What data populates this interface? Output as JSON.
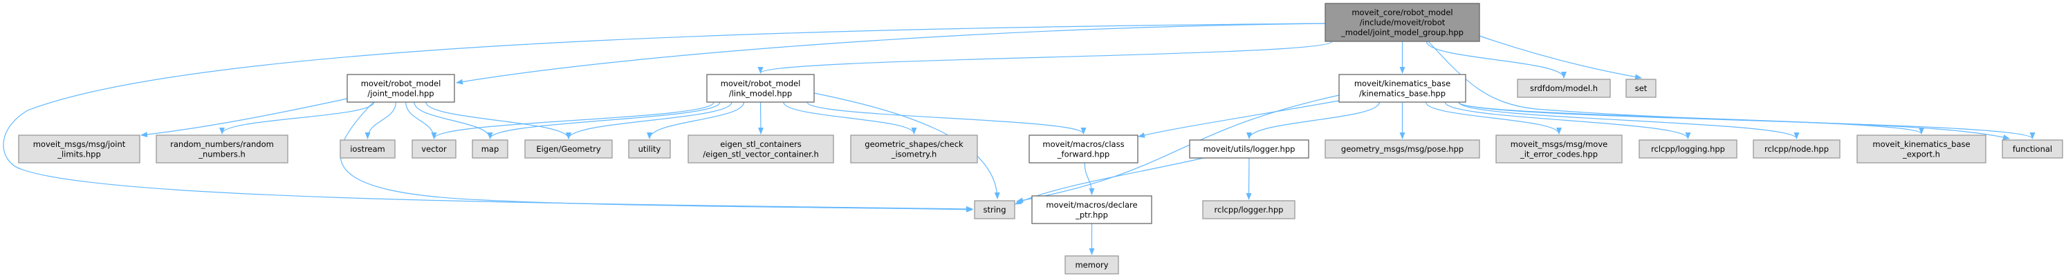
{
  "colors": {
    "root_fill": "#999999",
    "root_stroke": "#666666",
    "doc_fill": "#ffffff",
    "doc_stroke": "#666666",
    "ext_fill": "#e0e0e0",
    "ext_stroke": "#999999",
    "edge": "#63b8ff"
  },
  "nodes": {
    "root": {
      "lines": [
        "moveit_core/robot_model",
        "/include/moveit/robot",
        "_model/joint_model_group.hpp"
      ],
      "kind": "root"
    },
    "joint_model": {
      "lines": [
        "moveit/robot_model",
        "/joint_model.hpp"
      ],
      "kind": "doc"
    },
    "link_model": {
      "lines": [
        "moveit/robot_model",
        "/link_model.hpp"
      ],
      "kind": "doc"
    },
    "kinematics_base": {
      "lines": [
        "moveit/kinematics_base",
        "/kinematics_base.hpp"
      ],
      "kind": "doc"
    },
    "srdfdom": {
      "lines": [
        "srdfdom/model.h"
      ],
      "kind": "ext"
    },
    "set": {
      "lines": [
        "set"
      ],
      "kind": "ext"
    },
    "joint_limits": {
      "lines": [
        "moveit_msgs/msg/joint",
        "_limits.hpp"
      ],
      "kind": "ext"
    },
    "random_numbers": {
      "lines": [
        "random_numbers/random",
        "_numbers.h"
      ],
      "kind": "ext"
    },
    "iostream": {
      "lines": [
        "iostream"
      ],
      "kind": "ext"
    },
    "vector": {
      "lines": [
        "vector"
      ],
      "kind": "ext"
    },
    "map": {
      "lines": [
        "map"
      ],
      "kind": "ext"
    },
    "eigen_geometry": {
      "lines": [
        "Eigen/Geometry"
      ],
      "kind": "ext"
    },
    "utility": {
      "lines": [
        "utility"
      ],
      "kind": "ext"
    },
    "eigen_stl": {
      "lines": [
        "eigen_stl_containers",
        "/eigen_stl_vector_container.h"
      ],
      "kind": "ext"
    },
    "check_isometry": {
      "lines": [
        "geometric_shapes/check",
        "_isometry.h"
      ],
      "kind": "ext"
    },
    "class_forward": {
      "lines": [
        "moveit/macros/class",
        "_forward.hpp"
      ],
      "kind": "doc"
    },
    "logger": {
      "lines": [
        "moveit/utils/logger.hpp"
      ],
      "kind": "doc"
    },
    "pose": {
      "lines": [
        "geometry_msgs/msg/pose.hpp"
      ],
      "kind": "ext"
    },
    "error_codes": {
      "lines": [
        "moveit_msgs/msg/move",
        "_it_error_codes.hpp"
      ],
      "kind": "ext"
    },
    "logging": {
      "lines": [
        "rclcpp/logging.hpp"
      ],
      "kind": "ext"
    },
    "node": {
      "lines": [
        "rclcpp/node.hpp"
      ],
      "kind": "ext"
    },
    "kb_export": {
      "lines": [
        "moveit_kinematics_base",
        "_export.h"
      ],
      "kind": "ext"
    },
    "functional": {
      "lines": [
        "functional"
      ],
      "kind": "ext"
    },
    "string": {
      "lines": [
        "string"
      ],
      "kind": "ext"
    },
    "declare_ptr": {
      "lines": [
        "moveit/macros/declare",
        "_ptr.hpp"
      ],
      "kind": "doc"
    },
    "rclcpp_logger": {
      "lines": [
        "rclcpp/logger.hpp"
      ],
      "kind": "ext"
    },
    "memory": {
      "lines": [
        "memory"
      ],
      "kind": "ext"
    }
  },
  "edges": [
    [
      "root",
      "joint_model"
    ],
    [
      "root",
      "link_model"
    ],
    [
      "root",
      "kinematics_base"
    ],
    [
      "root",
      "srdfdom"
    ],
    [
      "root",
      "set"
    ],
    [
      "root",
      "string"
    ],
    [
      "root",
      "functional"
    ],
    [
      "joint_model",
      "joint_limits"
    ],
    [
      "joint_model",
      "random_numbers"
    ],
    [
      "joint_model",
      "iostream"
    ],
    [
      "joint_model",
      "vector"
    ],
    [
      "joint_model",
      "map"
    ],
    [
      "joint_model",
      "eigen_geometry"
    ],
    [
      "joint_model",
      "string"
    ],
    [
      "link_model",
      "vector"
    ],
    [
      "link_model",
      "map"
    ],
    [
      "link_model",
      "eigen_geometry"
    ],
    [
      "link_model",
      "utility"
    ],
    [
      "link_model",
      "eigen_stl"
    ],
    [
      "link_model",
      "check_isometry"
    ],
    [
      "link_model",
      "class_forward"
    ],
    [
      "link_model",
      "string"
    ],
    [
      "kinematics_base",
      "class_forward"
    ],
    [
      "kinematics_base",
      "string"
    ],
    [
      "kinematics_base",
      "logger"
    ],
    [
      "kinematics_base",
      "pose"
    ],
    [
      "kinematics_base",
      "error_codes"
    ],
    [
      "kinematics_base",
      "logging"
    ],
    [
      "kinematics_base",
      "node"
    ],
    [
      "kinematics_base",
      "kb_export"
    ],
    [
      "kinematics_base",
      "functional"
    ],
    [
      "class_forward",
      "declare_ptr"
    ],
    [
      "logger",
      "string"
    ],
    [
      "logger",
      "rclcpp_logger"
    ],
    [
      "declare_ptr",
      "memory"
    ]
  ]
}
